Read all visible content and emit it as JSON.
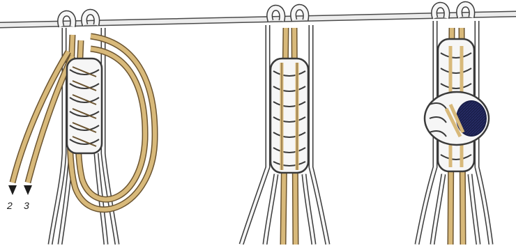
{
  "labels": {
    "strand_2": "2",
    "strand_3": "3"
  },
  "colors": {
    "rod": "#ececec",
    "rod_outline": "#4a4a4a",
    "white_cord": "#f6f6f6",
    "white_cord_outline": "#3a3a3a",
    "tan_cord": "#d8b97a",
    "tan_cord_outline": "#6b5430",
    "bead": "#1a1f4a",
    "background": "#ffffff"
  },
  "steps": [
    {
      "name": "step-1",
      "description_visible": false
    },
    {
      "name": "step-2",
      "description_visible": false
    },
    {
      "name": "step-3",
      "description_visible": false
    }
  ]
}
